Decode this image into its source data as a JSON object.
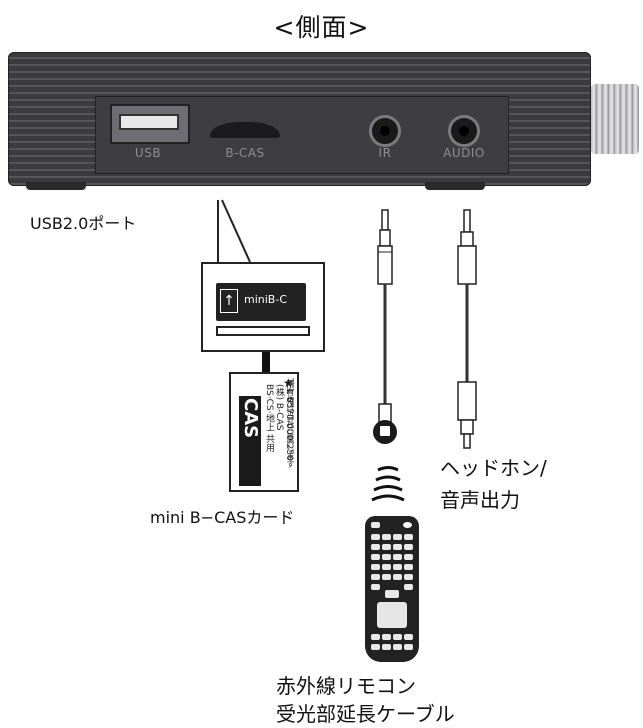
{
  "title": "<側面>",
  "ports": {
    "usb": "USB",
    "bcas": "B-CAS",
    "ir": "IR",
    "audio": "AUDIO"
  },
  "labels": {
    "usb_port": "USB2.0ポート",
    "mini_bcas_card": "mini B−CASカード",
    "headphone_line1": "ヘッドホン/",
    "headphone_line2": "音声出力",
    "remote_line1": "赤外線リモコン",
    "remote_line2": "受光部延長ケーブル"
  },
  "callout_card": {
    "text": "miniB-C"
  },
  "cas_card": {
    "brand": "miniB-CAS",
    "line1": "BS·CS·地上 共用",
    "line2": "(株) B-CAS",
    "line3": "TEL 0570-000-250",
    "line4": "所有権は当社に属します",
    "star": "★"
  },
  "colors": {
    "device_body": "#3b3b3f",
    "port_label": "#8d8d92",
    "line": "#222222"
  }
}
